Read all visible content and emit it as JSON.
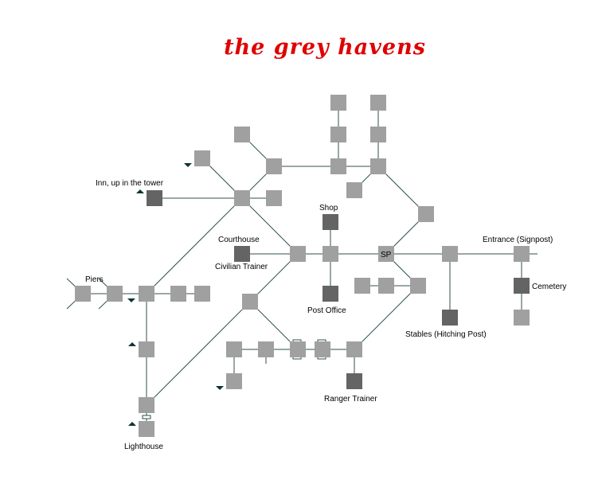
{
  "title": "the grey havens",
  "colors": {
    "title": "#e00000",
    "room": "#a0a0a0",
    "special_room": "#646464",
    "line": "#2f5050",
    "arrow": "#0d3535"
  },
  "labels": {
    "inn": "Inn, up in the tower",
    "shop": "Shop",
    "courthouse": "Courthouse",
    "civilian_trainer": "Civilian Trainer",
    "post_office": "Post Office",
    "sp": "SP",
    "entrance": "Entrance (Signpost)",
    "cemetery": "Cemetery",
    "piers": "Piers",
    "stables": "Stables (Hitching Post)",
    "ranger_trainer": "Ranger Trainer",
    "lighthouse": "Lighthouse"
  }
}
